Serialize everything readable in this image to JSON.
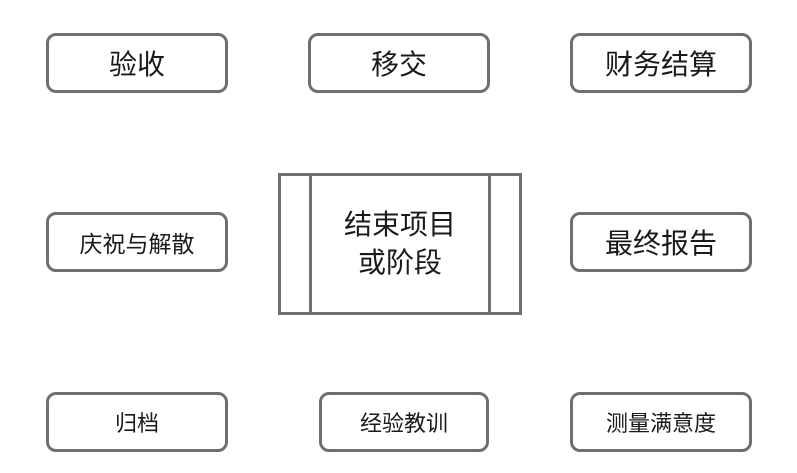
{
  "center": {
    "line1": "结束项目",
    "line2": "或阶段"
  },
  "top": {
    "left": "验收",
    "middle": "移交",
    "right": "财务结算"
  },
  "middle": {
    "left": "庆祝与解散",
    "right": "最终报告"
  },
  "bottom": {
    "left": "归档",
    "middle": "经验教训",
    "right": "测量满意度"
  },
  "colors": {
    "border": "#6f6f6f",
    "text": "#1a1a1a",
    "background": "#ffffff"
  }
}
